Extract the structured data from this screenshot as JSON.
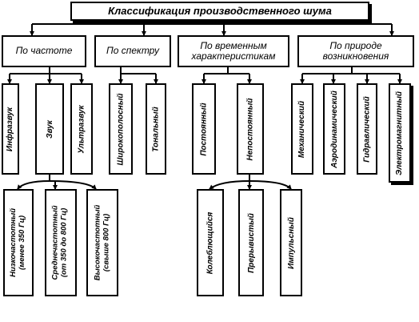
{
  "title": "Классификация производственного шума",
  "categories": [
    {
      "id": "freq",
      "label": "По частоте"
    },
    {
      "id": "spectrum",
      "label": "По спектру"
    },
    {
      "id": "time",
      "label": "По временным характеристикам"
    },
    {
      "id": "origin",
      "label": "По природе возникновения"
    }
  ],
  "level2": {
    "freq": [
      "Инфразвук",
      "Звук",
      "Ультразвук"
    ],
    "spectrum": [
      "Широкополосный",
      "Тональный"
    ],
    "time": [
      "Постоянный",
      "Непостоянный"
    ],
    "origin": [
      "Механический",
      "Аэродинамический",
      "Гидравлический",
      "Электромагнитный"
    ]
  },
  "level3": {
    "sound": [
      "Низкочастотный\n(менее 350 Гц)",
      "Среднечастотный\n(от 350 до 800 Гц)",
      "Высокочастотный\n(свыше 800 Гц)"
    ],
    "nonconstant": [
      "Колеблющийся",
      "Прерывистый",
      "Импульсный"
    ]
  }
}
